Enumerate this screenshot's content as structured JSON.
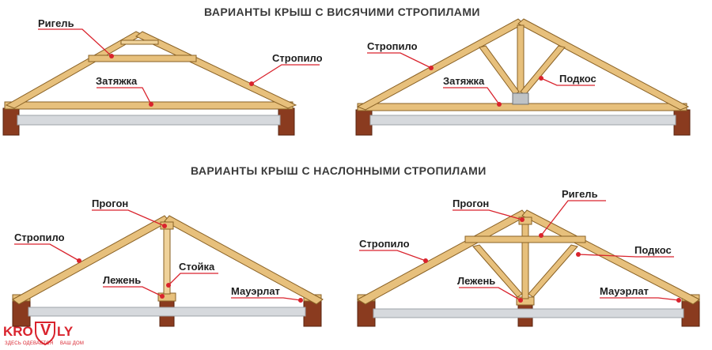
{
  "headings": {
    "hanging": "ВАРИАНТЫ КРЫШ С ВИСЯЧИМИ СТРОПИЛАМИ",
    "layered": "ВАРИАНТЫ КРЫШ С НАСЛОННЫМИ СТРОПИЛАМИ"
  },
  "labels": {
    "rigel": "Ригель",
    "stropilo": "Стропило",
    "zatyazhka": "Затяжка",
    "podkos": "Подкос",
    "progon": "Прогон",
    "stoika": "Стойка",
    "lezhen": "Лежень",
    "mauerlat": "Мауэрлат"
  },
  "logo": {
    "part1": "KRO",
    "emblem": "V",
    "part2": "LY",
    "tagline_left": "ЗДЕСЬ ОДЕВАЕТСЯ",
    "tagline_right": "ВАШ ДОМ"
  },
  "colors": {
    "wood": "#e7c07c",
    "wall": "#8a3b1f",
    "leader": "#d9232d",
    "slab": "#d6d9dd"
  }
}
